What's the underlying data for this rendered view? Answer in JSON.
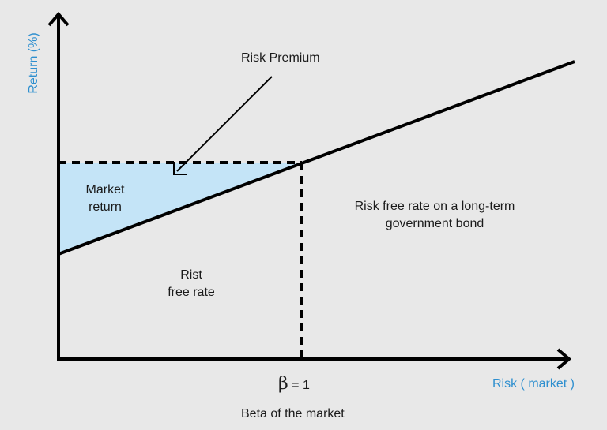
{
  "axes": {
    "y_label": "Return (%)",
    "x_label": "Risk ( market )"
  },
  "labels": {
    "risk_premium": "Risk Premium",
    "market_return_line1": "Market",
    "market_return_line2": "return",
    "risk_free_line1": "Rist",
    "risk_free_line2": "free rate",
    "bond_line1": "Risk free rate on a long-term",
    "bond_line2": "government bond",
    "beta_symbol": "β",
    "beta_value": "= 1",
    "beta_caption": "Beta of the market"
  },
  "colors": {
    "background": "#e8e8e8",
    "premium_fill": "#c4e4f7",
    "axis_label": "#2e8fcf",
    "line": "#000000"
  }
}
